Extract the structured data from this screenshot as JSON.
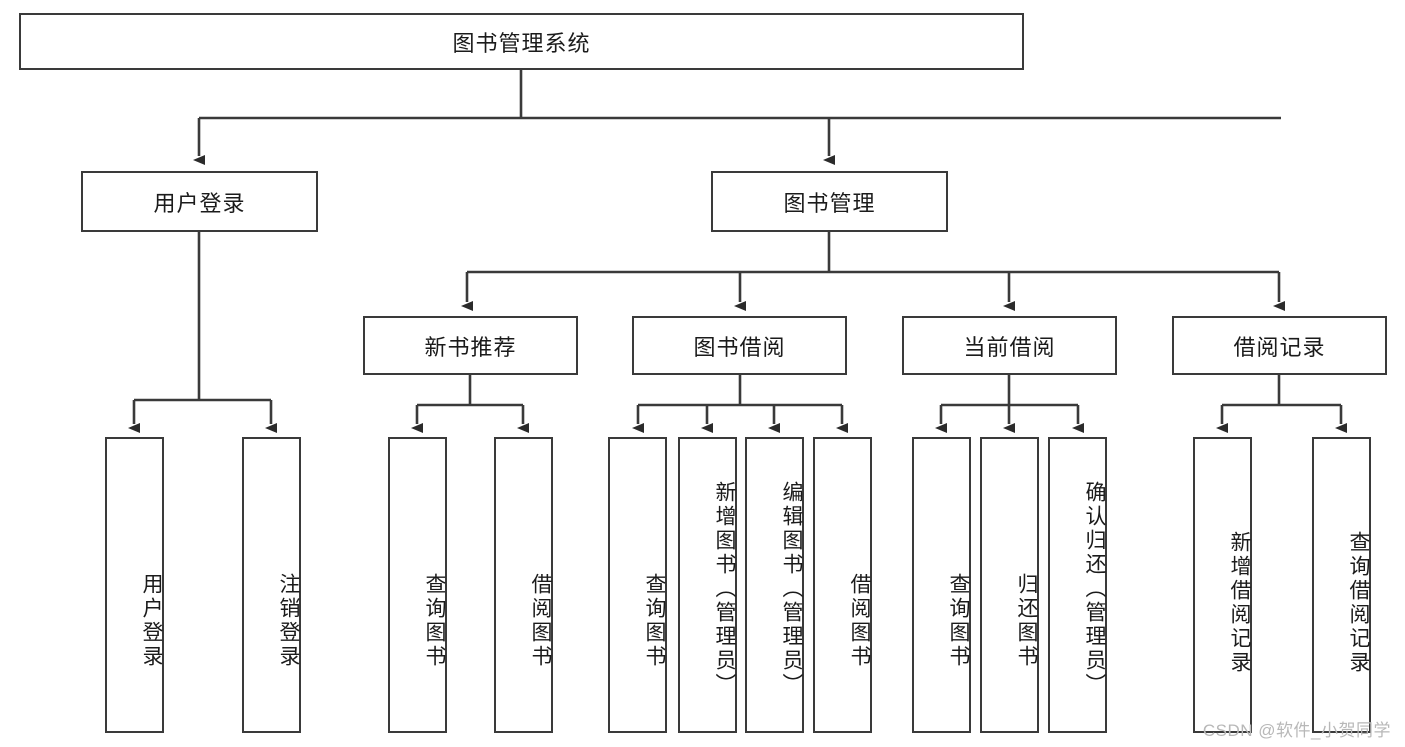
{
  "diagram": {
    "title": "图书管理系统",
    "type": "tree-hierarchy",
    "root": {
      "label": "图书管理系统"
    },
    "level2": [
      {
        "label": "用户登录"
      },
      {
        "label": "图书管理"
      }
    ],
    "level3": [
      {
        "label": "新书推荐"
      },
      {
        "label": "图书借阅"
      },
      {
        "label": "当前借阅"
      },
      {
        "label": "借阅记录"
      }
    ],
    "leaves": {
      "user_login": [
        {
          "label": "用户登录"
        },
        {
          "label": "注销登录"
        }
      ],
      "new_book_recommend": [
        {
          "label": "查询图书"
        },
        {
          "label": "借阅图书"
        }
      ],
      "book_borrow": [
        {
          "label": "查询图书"
        },
        {
          "label": "新增图书（管理员）"
        },
        {
          "label": "编辑图书（管理员）"
        },
        {
          "label": "借阅图书"
        }
      ],
      "current_borrow": [
        {
          "label": "查询图书"
        },
        {
          "label": "归还图书"
        },
        {
          "label": "确认归还（管理员）"
        }
      ],
      "borrow_record": [
        {
          "label": "新增借阅记录"
        },
        {
          "label": "查询借阅记录"
        }
      ]
    }
  },
  "watermark": {
    "text": "CSDN @软件_小贺同学"
  },
  "colors": {
    "stroke": "#3a3a3a",
    "text": "#1b1b1b",
    "background": "#ffffff",
    "watermark": "#b8b8b8"
  }
}
